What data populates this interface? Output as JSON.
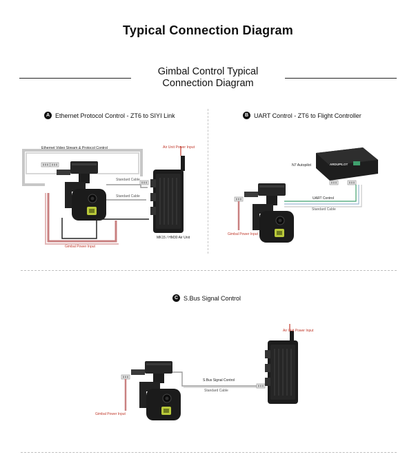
{
  "page": {
    "title": "Typical Connection Diagram",
    "section_title_line1": "Gimbal Control Typical",
    "section_title_line2": "Connection Diagram"
  },
  "panel_a": {
    "badge": "A",
    "heading": "Ethernet Protocol Control - ZT6 to SIYI Link",
    "labels": {
      "ethernet": "Ethernet Video Stream & Protocol Control",
      "air_power": "Air Unit Power Input",
      "standard_cable_1": "Standard Cable",
      "standard_cable_2": "Standard Cable",
      "air_unit": "MK15 / HM30 Air Unit",
      "gimbal_power": "Gimbal Power Input"
    }
  },
  "panel_b": {
    "badge": "B",
    "heading": "UART Control - ZT6 to Flight Controller",
    "labels": {
      "autopilot": "N7 Autopilot",
      "autopilot_brand": "ARDUPILOT",
      "uart": "UART Control",
      "standard_cable": "Standard Cable",
      "gimbal_power": "Gimbal Power Input"
    }
  },
  "panel_c": {
    "badge": "C",
    "heading": "S.Bus Signal Control",
    "labels": {
      "air_power": "Air Unit Power Input",
      "sbus": "S.Bus Signal Control",
      "standard_cable": "Standard Cable",
      "gimbal_power": "Gimbal Power Input"
    }
  },
  "colors": {
    "power": "#c0392b",
    "cable": "#9a9a9a",
    "device": "#1e1e1e",
    "uart_green": "#3fa06d"
  }
}
